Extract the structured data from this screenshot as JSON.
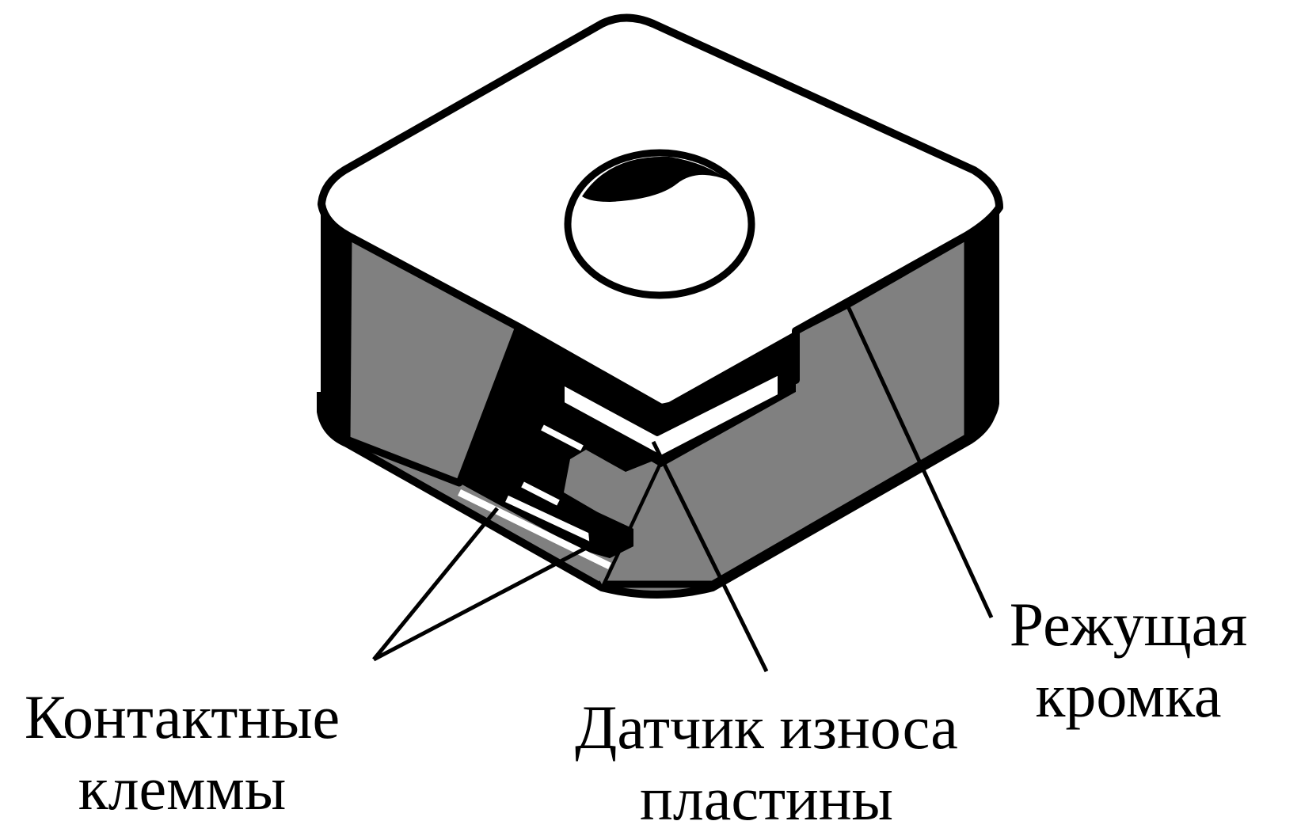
{
  "labels": {
    "contact_terminals": [
      "Контактные",
      "клеммы"
    ],
    "wear_sensor": [
      "Датчик износа",
      "пластины"
    ],
    "cutting_edge": [
      "Режущая",
      "кромка"
    ]
  },
  "colors": {
    "outline": "#000000",
    "top_face": "#ffffff",
    "side_face": "#808080",
    "background": "#ffffff"
  }
}
